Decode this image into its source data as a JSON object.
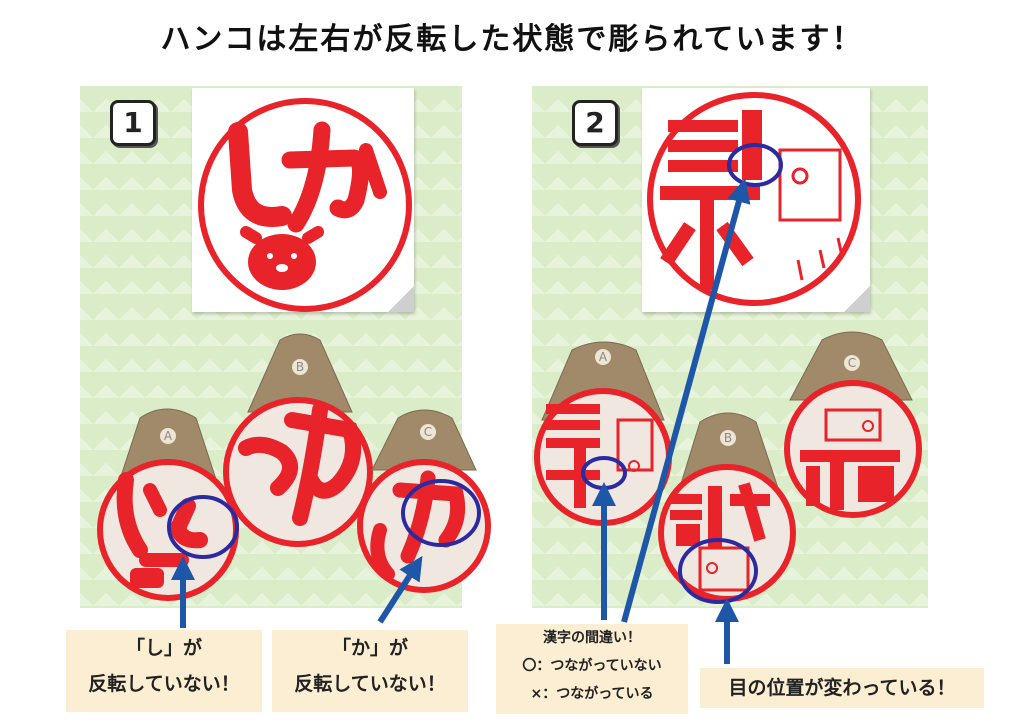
{
  "title": "ハンコは左右が反転した状態で彫られています！",
  "panel1": {
    "number": "1",
    "stamps": [
      "A",
      "B",
      "C"
    ]
  },
  "panel2": {
    "number": "2",
    "stamps": [
      "A",
      "B",
      "C"
    ]
  },
  "labels": {
    "shi_line1": "「し」が",
    "shi_line2": "反転していない！",
    "ka_line1": "「か」が",
    "ka_line2": "反転していない！",
    "kanji_line1": "漢字の間違い！",
    "kanji_line2": "〇：つながっていない",
    "kanji_line3": "×：つながっている",
    "eye": "目の位置が変わっている！"
  },
  "colors": {
    "stamp_red": "#e8232a",
    "circle_blue": "#2b2aa0",
    "arrow_blue": "#1f57a8",
    "panel_green": "#dbecc9",
    "label_bg": "#fbeed2"
  }
}
